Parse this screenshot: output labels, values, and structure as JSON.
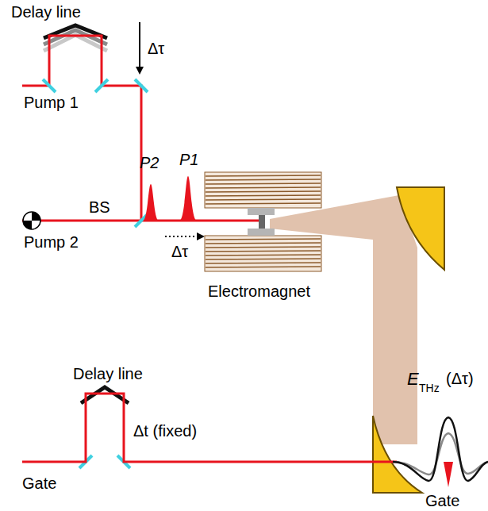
{
  "diagram": {
    "labels": [
      "Delay line",
      "Δτ",
      "Pump 1",
      "P2",
      "P1",
      "BS",
      "Pump 2",
      "Δτ",
      "Electromagnet",
      "Delay line",
      "Δt (fixed)",
      "E",
      "THz",
      "(Δτ)",
      "Gate",
      "Gate"
    ]
  }
}
